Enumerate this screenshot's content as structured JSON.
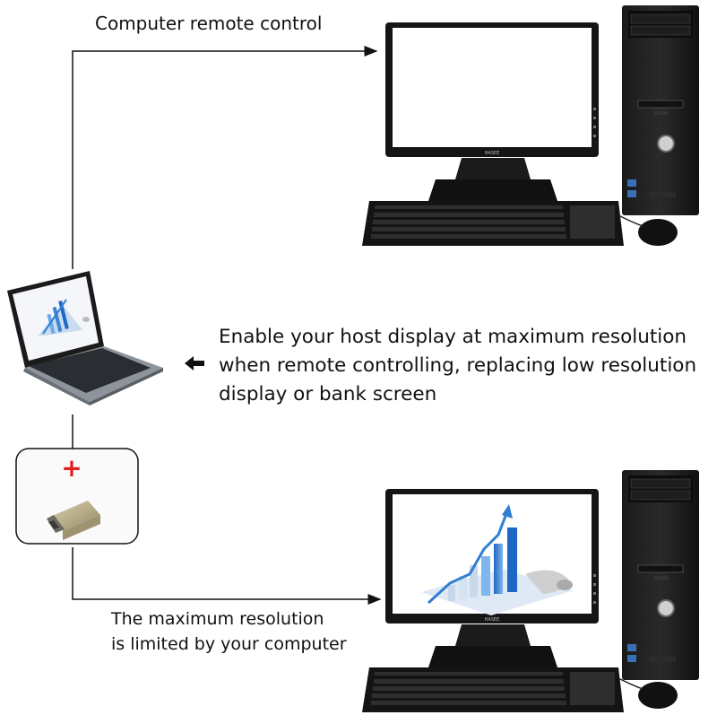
{
  "labels": {
    "top": "Computer remote control",
    "middle": [
      "Enable your host display at maximum resolution",
      "when remote controlling, replacing low resolution",
      "display or bank screen"
    ],
    "bottom": [
      "The maximum resolution",
      "is limited by your computer"
    ]
  },
  "devices": {
    "monitor_brand": "HASEE",
    "adapter_sign": "+"
  },
  "colors": {
    "plus_sign": "#e0201c",
    "chart_blue": "#2f7fd3",
    "connector_line": "#111111"
  }
}
